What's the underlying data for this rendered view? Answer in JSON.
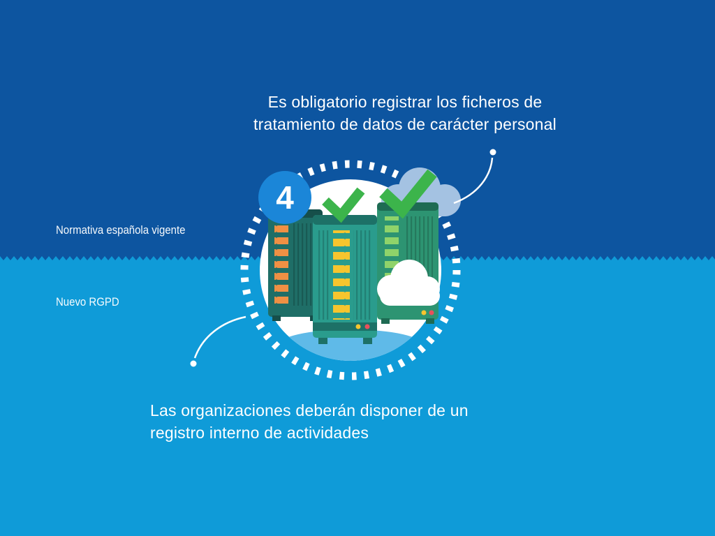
{
  "infographic": {
    "step_number": "4",
    "callout_top": {
      "line1": "Es obligatorio registrar los ficheros de",
      "line2": "tratamiento de datos de carácter personal"
    },
    "labels": {
      "top_band": "Normativa española vigente",
      "bottom_band": "Nuevo RGPD"
    },
    "callout_bottom": {
      "line1": "Las organizaciones deberán disponer de un",
      "line2": "registro interno de actividades"
    },
    "colors": {
      "band_top": "#0d55a0",
      "band_bottom": "#0f9bd8",
      "badge_blue": "#1b86d8",
      "check_green": "#3cb44b",
      "server_dark_teal": "#1f6e67",
      "server_teal": "#2a9c8d",
      "server_green": "#2d9472",
      "lights_orange": "#f09044",
      "lights_yellow": "#f6c52e",
      "lights_green": "#8fd36a",
      "shadow_blue": "#5fbae8",
      "cloud_back": "#a4c2e2",
      "cloud_front": "#ffffff",
      "text": "#ffffff"
    },
    "icons": {
      "step_badge": "number-badge",
      "checks": "check-icon",
      "servers": "server-rack-icon",
      "clouds": "cloud-icon",
      "ring": "dashed-circle"
    }
  }
}
